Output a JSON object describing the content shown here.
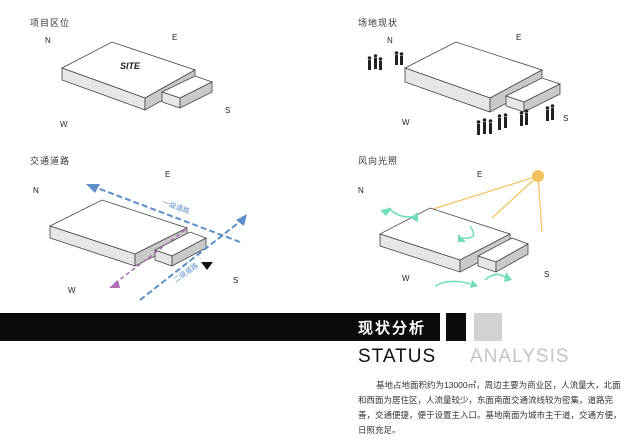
{
  "panels": {
    "location": {
      "title": "项目区位",
      "north": "N",
      "east": "E",
      "west": "W",
      "south": "S",
      "site_label": "SITE"
    },
    "surroundings": {
      "title": "场地现状",
      "north": "N",
      "east": "E",
      "west": "W",
      "south": "S"
    },
    "traffic": {
      "title": "交通道路",
      "north": "N",
      "east": "E",
      "west": "W",
      "south": "S",
      "road_main": "一级道路",
      "road_secondary": "二级道路"
    },
    "climate": {
      "title": "风向光照",
      "north": "N",
      "east": "E",
      "west": "W",
      "south": "S"
    }
  },
  "banner": {
    "heading": "现状分析"
  },
  "english": {
    "word1": "STATUS",
    "word2": "ANALYSIS"
  },
  "description": "基地占地面积约为13000㎡，周边主要为商业区，人流量大，北面和西面为居住区，人流量较少，东面南面交通流线较为密集，道路完善，交通便捷，便于设置主入口。基地南面为城市主干道，交通方便，日照充足。",
  "colors": {
    "road_main": "#5b8fc8",
    "road_secondary": "#b070b8",
    "sun": "#f3c15c",
    "wind": "#6fdcbc"
  }
}
